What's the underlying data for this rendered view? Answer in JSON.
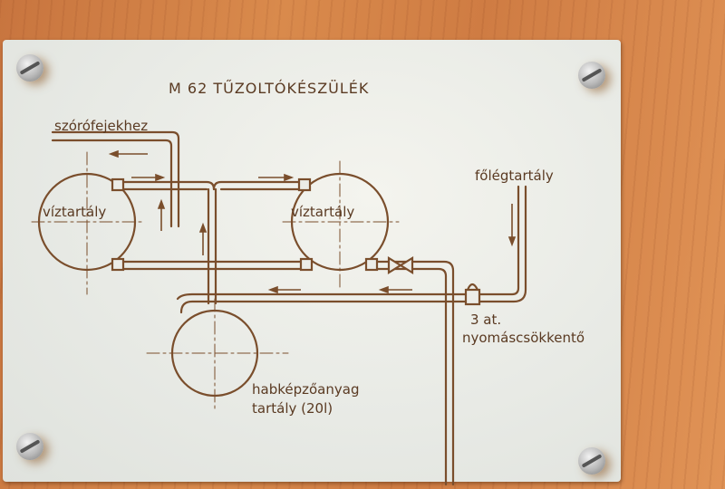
{
  "plate": {
    "title": "M 62  TŰZOLTÓKÉSZÜLÉK",
    "labels": {
      "sprayheads": "szórófejekhez",
      "water_tank_left": "víztartály",
      "water_tank_right": "víztartály",
      "air_tank": "főlégtartály",
      "pressure_value": "3 at.",
      "pressure_reducer": "nyomáscsökkentő",
      "foam_tank_line1": "habképzőanyag",
      "foam_tank_line2": "tartály (20l)"
    }
  },
  "colors": {
    "ink": "#7a4e2c",
    "plate": "#ecece7",
    "wood": "#d2804a"
  }
}
